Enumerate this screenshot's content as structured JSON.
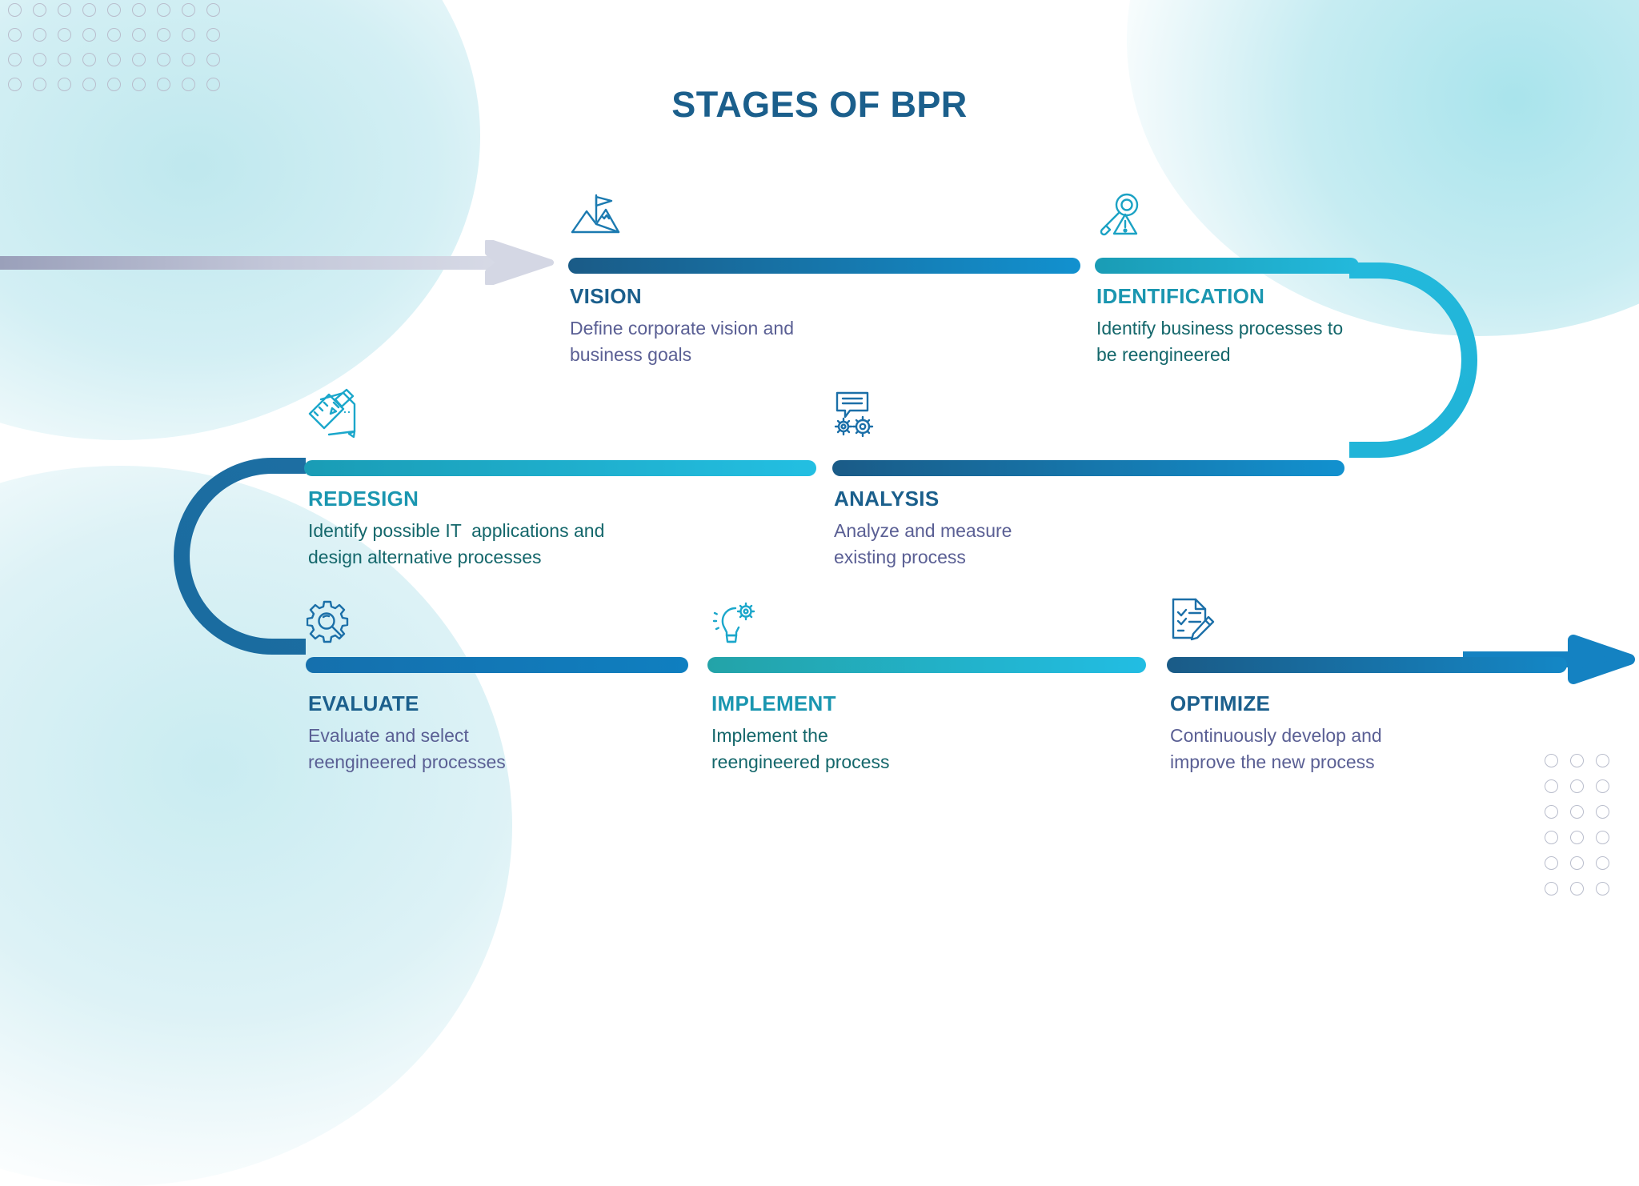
{
  "title": "STAGES OF BPR",
  "colors": {
    "title": "#1b5f8c",
    "deep_blue": "#1c5f8e",
    "blue": "#0f7fc0",
    "teal": "#1b9bb4",
    "cyan": "#1fb6d9",
    "desc_purple": "#5a5f94",
    "desc_teal": "#14676b",
    "intro_arrow": "#c7c9d8",
    "dot_outline": "#b9bdcc"
  },
  "decor": {
    "top_left_dots": {
      "cols": 9,
      "rows": 4
    },
    "bottom_right_dots": {
      "cols": 3,
      "rows": 6
    }
  },
  "flow": {
    "intro_arrow": "intro-arrow-right",
    "outro_arrow": "outro-arrow-right",
    "uturn_right": "u-turn-right-cyan",
    "uturn_left": "u-turn-left-blue"
  },
  "stages": [
    {
      "id": "vision",
      "icon": "mountain-flag-icon",
      "title": "VISION",
      "title_color": "#1b5f8c",
      "desc_color": "#5a5f94",
      "desc_lines": [
        "Define corporate vision and",
        "business goals"
      ],
      "bar_from": "#1a5b87",
      "bar_to": "#1291cf"
    },
    {
      "id": "identification",
      "icon": "magnifier-warning-icon",
      "title": "IDENTIFICATION",
      "title_color": "#1a96b0",
      "desc_color": "#14676b",
      "desc_lines": [
        "Identify business processes to",
        "be reengineered"
      ],
      "bar_from": "#1a9cb5",
      "bar_to": "#23b9dc"
    },
    {
      "id": "redesign",
      "icon": "ruler-pencil-icon",
      "title": "REDESIGN",
      "title_color": "#1a96b0",
      "desc_color": "#14676b",
      "desc_lines": [
        "Identify possible IT  applications and",
        "design alternative processes"
      ],
      "bar_from": "#1a9cb5",
      "bar_to": "#23bfe2"
    },
    {
      "id": "analysis",
      "icon": "chat-gears-icon",
      "title": "ANALYSIS",
      "title_color": "#1b5f8c",
      "desc_color": "#5a5f94",
      "desc_lines": [
        "Analyze and measure",
        "existing process"
      ],
      "bar_from": "#1a5b87",
      "bar_to": "#1291cf"
    },
    {
      "id": "evaluate",
      "icon": "gear-magnifier-icon",
      "title": "EVALUATE",
      "title_color": "#1b5f8c",
      "desc_color": "#5a5f94",
      "desc_lines": [
        "Evaluate and select",
        "reengineered processes"
      ],
      "bar_from": "#1570ad",
      "bar_to": "#0f7fc0"
    },
    {
      "id": "implement",
      "icon": "lightbulb-gear-icon",
      "title": "IMPLEMENT",
      "title_color": "#1a96b0",
      "desc_color": "#14676b",
      "desc_lines": [
        "Implement the",
        "reengineered process"
      ],
      "bar_from": "#23a3a8",
      "bar_to": "#22bde3"
    },
    {
      "id": "optimize",
      "icon": "checklist-pencil-icon",
      "title": "OPTIMIZE",
      "title_color": "#1b5f8c",
      "desc_color": "#5a5f94",
      "desc_lines": [
        "Continuously develop and",
        "improve the new process"
      ],
      "bar_from": "#1a5b87",
      "bar_to": "#1487c6"
    }
  ]
}
